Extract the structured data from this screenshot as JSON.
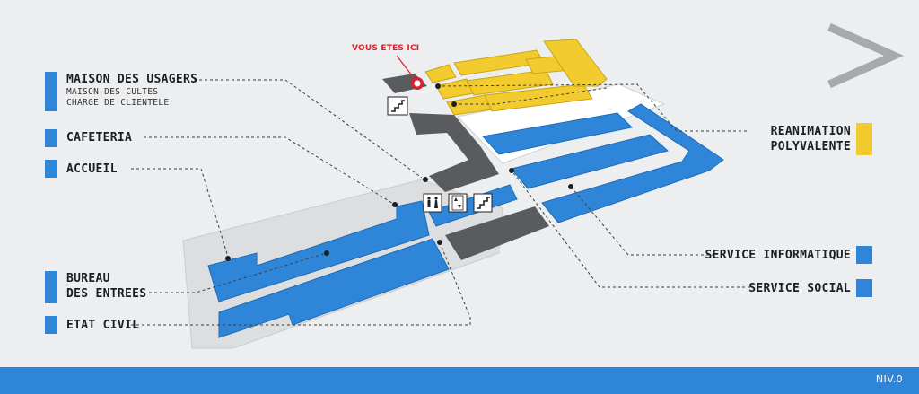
{
  "colors": {
    "blue": "#2f86d9",
    "yellow": "#f2cb2e",
    "gray": "#5a5b5e",
    "footer": "#2f86d9",
    "you_are_here": "#d9202e"
  },
  "you_are_here": "VOUS ETES ICI",
  "labels": {
    "maison_usagers": "MAISON DES USAGERS",
    "maison_cultes": "MAISON DES CULTES",
    "charge_clientele": "CHARGE DE CLIENTELE",
    "cafeteria": "CAFETERIA",
    "accueil": "ACCUEIL",
    "bureau_line1": "BUREAU",
    "bureau_line2": "DES ENTREES",
    "etat_civil": "ETAT CIVIL",
    "reanimation_line1": "REANIMATION",
    "reanimation_line2": "POLYVALENTE",
    "service_informatique": "SERVICE INFORMATIQUE",
    "service_social": "SERVICE SOCIAL"
  },
  "icons": [
    "stairs-icon",
    "toilets-icon",
    "accessible-toilet-icon",
    "elevator-icon",
    "you-are-here-marker-icon",
    "next-arrow-icon"
  ],
  "footer": {
    "level": "NIV.0"
  }
}
